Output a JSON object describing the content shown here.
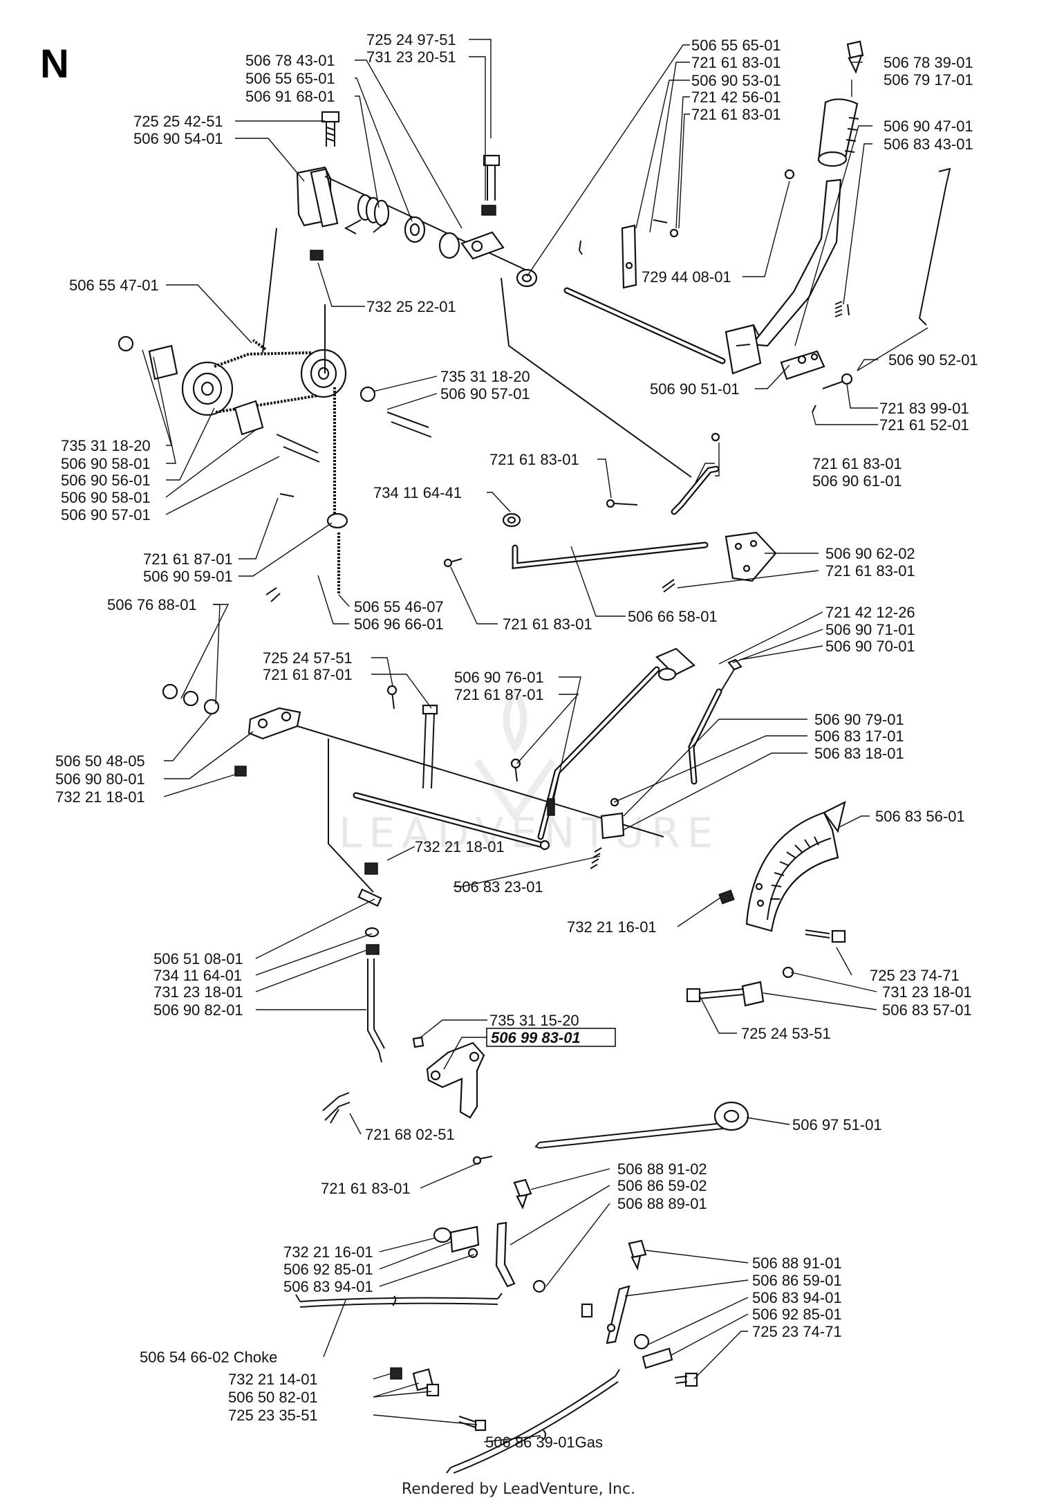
{
  "section_letter": "N",
  "watermark": "LEADVENTURE",
  "footer": "Rendered by LeadVenture, Inc.",
  "labels": {
    "l01": "725 24 97-51",
    "l02": "731 23 20-51",
    "l03": "506 78 43-01",
    "l04": "506 55 65-01",
    "l05": "506 91 68-01",
    "l06": "725 25 42-51",
    "l07": "506 90 54-01",
    "l08": "506 55 65-01",
    "l09": "721 61 83-01",
    "l10": "506 90 53-01",
    "l11": "721 42 56-01",
    "l12": "721 61 83-01",
    "l13": "506 78 39-01",
    "l14": "506 79 17-01",
    "l15": "506 90 47-01",
    "l16": "506 83 43-01",
    "l17": "729 44 08-01",
    "l18": "732 25 22-01",
    "l19": "506 55 47-01",
    "l20": "735 31 18-20",
    "l21": "506 90 57-01",
    "l22": "506 90 52-01",
    "l23": "506 90 51-01",
    "l24": "721 83 99-01",
    "l25": "721 61 52-01",
    "l26": "735 31 18-20",
    "l27": "506 90 58-01",
    "l28": "506 90 56-01",
    "l29": "506 90 58-01",
    "l30": "506 90 57-01",
    "l31": "721 61 83-01",
    "l32": "506 90 61-01",
    "l33": "721 61 83-01",
    "l34": "734 11 64-41",
    "l35": "721 61 87-01",
    "l36": "506 90 59-01",
    "l37": "506 90 62-02",
    "l38": "721 61 83-01",
    "l39": "506 55 46-07",
    "l40": "506 96 66-01",
    "l41": "721 61 83-01",
    "l42": "506 66 58-01",
    "l43": "506 76 88-01",
    "l44": "721 42 12-26",
    "l45": "506 90 71-01",
    "l46": "506 90 70-01",
    "l47": "725 24 57-51",
    "l48": "721 61 87-01",
    "l49": "506 90 76-01",
    "l50": "721 61 87-01",
    "l51": "506 90 79-01",
    "l52": "506 83 17-01",
    "l53": "506 83 18-01",
    "l54": "506 50 48-05",
    "l55": "506 90 80-01",
    "l56": "732 21 18-01",
    "l57": "506 83 56-01",
    "l58": "732 21 18-01",
    "l59": "506 83 23-01",
    "l60": "732 21 16-01",
    "l61": "506 51 08-01",
    "l62": "734 11 64-01",
    "l63": "731 23 18-01",
    "l64": "506 90 82-01",
    "l65": "725 23 74-71",
    "l66": "731 23 18-01",
    "l67": "506 83 57-01",
    "l68": "735 31 15-20",
    "l69": "506 99 83-01",
    "l70": "725 24 53-51",
    "l71": "721 68 02-51",
    "l72": "506 97 51-01",
    "l73": "721 61 83-01",
    "l74": "506 88 91-02",
    "l75": "506 86 59-02",
    "l76": "506 88 89-01",
    "l77": "732 21 16-01",
    "l78": "506 92 85-01",
    "l79": "506 83 94-01",
    "l80": "506 88 91-01",
    "l81": "506 86 59-01",
    "l82": "506 83 94-01",
    "l83": "506 92 85-01",
    "l84": "725 23 74-71",
    "l85": "506 54 66-02 Choke",
    "l86": "732 21 14-01",
    "l87": "506 50 82-01",
    "l88": "725 23 35-51",
    "l89": "506 86 39-01Gas"
  }
}
